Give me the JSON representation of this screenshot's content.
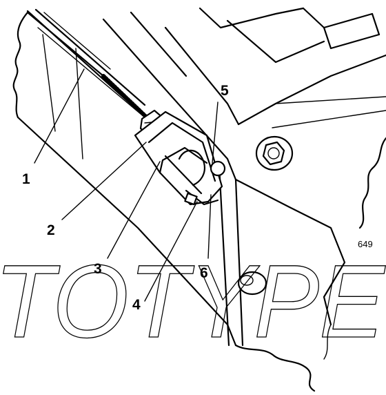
{
  "diagram": {
    "callouts": [
      {
        "id": "1",
        "label": "1"
      },
      {
        "id": "2",
        "label": "2"
      },
      {
        "id": "3",
        "label": "3"
      },
      {
        "id": "4",
        "label": "4"
      },
      {
        "id": "5",
        "label": "5"
      },
      {
        "id": "6",
        "label": "6"
      }
    ],
    "figure_code": "649",
    "watermark": "TOTYPE"
  },
  "colors": {
    "line": "#000000",
    "background": "#ffffff"
  }
}
